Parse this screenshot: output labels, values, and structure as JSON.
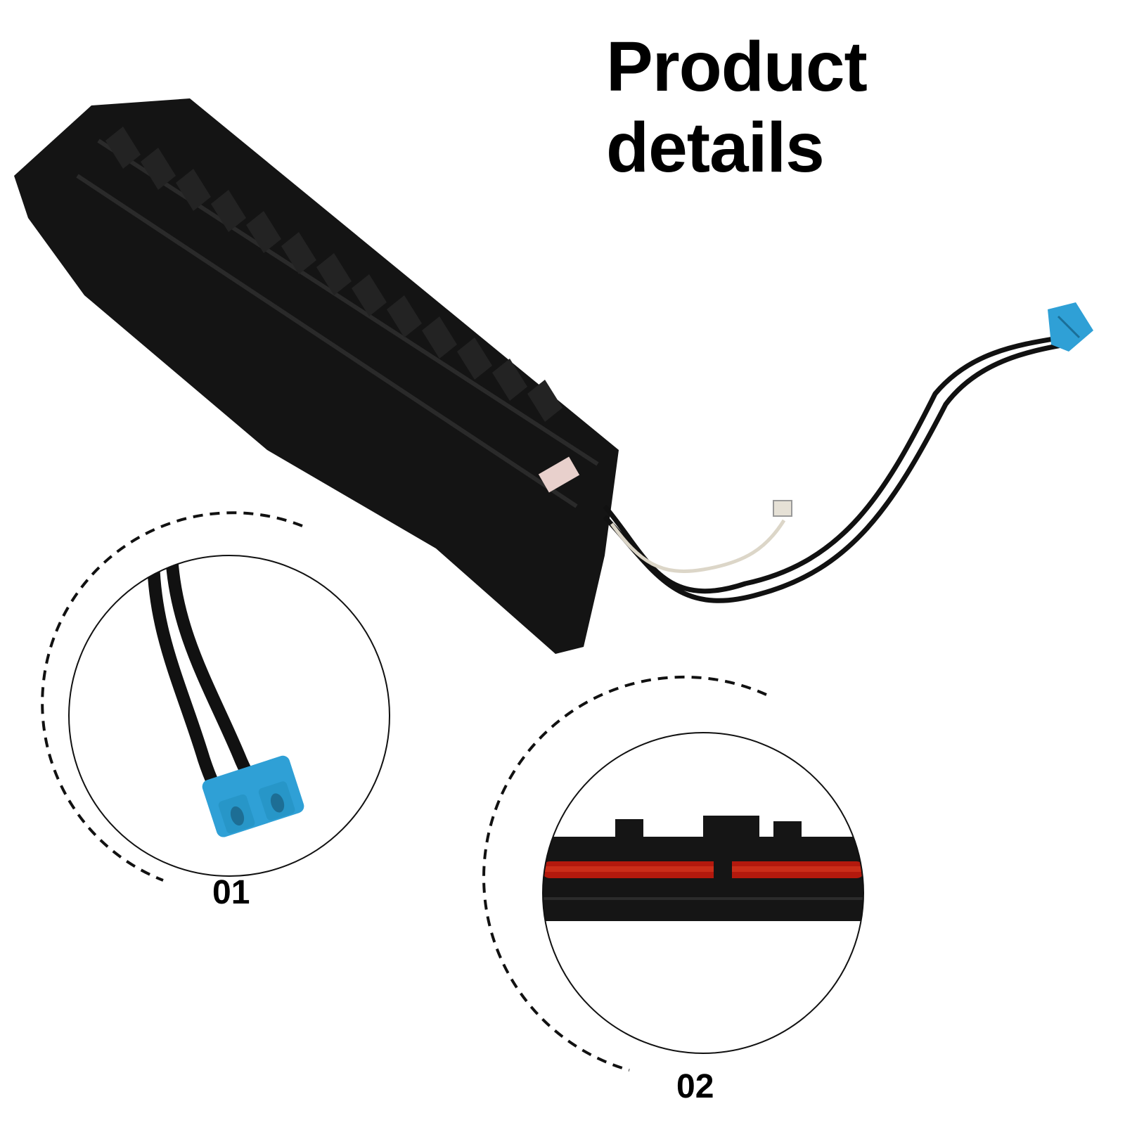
{
  "title": "Product details",
  "detail_labels": [
    "01",
    "02"
  ],
  "colors": {
    "background": "#ffffff",
    "plastic": "#161616",
    "connector": "#2fa0d6",
    "roller": "#b3190d"
  },
  "icons": [
    "fuser-unit-photo",
    "blue-connector-closeup",
    "fuser-roller-closeup"
  ]
}
